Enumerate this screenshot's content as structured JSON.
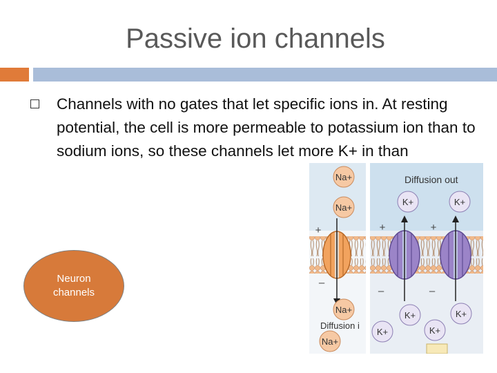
{
  "slide": {
    "title": "Passive ion channels",
    "bullet_text": "Channels with no gates that let specific ions in. At resting potential, the cell is more permeable to potassium ion than to sodium ions, so these channels let more K+ in than",
    "oval_label": "Neuron\nchannels"
  },
  "diagram": {
    "top_left_ion": "Na+",
    "mid_left_ion": "Na+",
    "diffusion_out_label": "Diffusion out",
    "diffusion_in_label": "Diffusion i",
    "k_top_1": "K+",
    "k_top_2": "K+",
    "k_bottom_1": "K+",
    "k_bottom_2": "K+",
    "k_bottom_3": "K+",
    "k_bottom_4": "K+",
    "na_bottom_1": "Na+",
    "na_bottom_2": "Na+",
    "plus": "+",
    "minus": "–"
  },
  "colors": {
    "title": "#595959",
    "accent_orange": "#e07b39",
    "accent_blue": "#a9bdd9",
    "oval_fill": "#d77a3a",
    "na_ion": "#f6c9a4",
    "k_ion": "#e9e4f4",
    "channel_orange": "#f2a35e",
    "channel_purple": "#9b84c8"
  }
}
